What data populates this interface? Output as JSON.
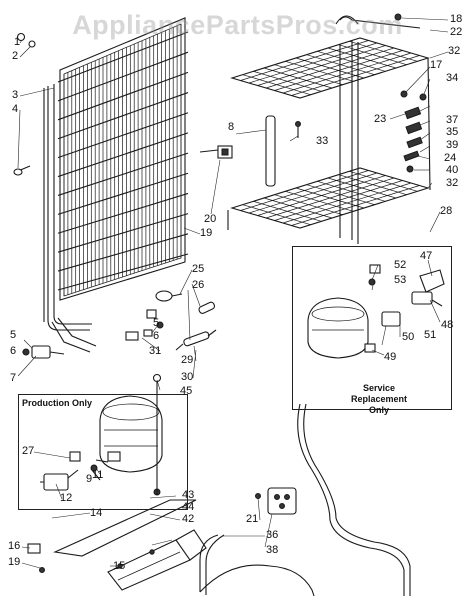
{
  "watermark": "AppliancePartsPros.com",
  "captions": {
    "production_only": "Production Only",
    "service_replacement": "Service Replacement Only"
  },
  "parts": {
    "p1": "1",
    "p2": "2",
    "p3": "3",
    "p4": "4",
    "p5a": "5",
    "p5b": "5",
    "p6a": "6",
    "p6b": "6",
    "p7": "7",
    "p8": "8",
    "p9": "9",
    "p11": "11",
    "p12": "12",
    "p14": "14",
    "p15": "15",
    "p16": "16",
    "p17": "17",
    "p18": "18",
    "p19a": "19",
    "p19b": "19",
    "p20": "20",
    "p21": "21",
    "p22": "22",
    "p23": "23",
    "p24": "24",
    "p25": "25",
    "p26": "26",
    "p27": "27",
    "p28": "28",
    "p29": "29",
    "p30": "30",
    "p31": "31",
    "p32a": "32",
    "p32b": "32",
    "p33": "33",
    "p34": "34",
    "p35": "35",
    "p36": "36",
    "p37": "37",
    "p38": "38",
    "p39": "39",
    "p40": "40",
    "p42": "42",
    "p43": "43",
    "p44": "44",
    "p45": "45",
    "p47": "47",
    "p48": "48",
    "p49": "49",
    "p50": "50",
    "p51": "51",
    "p52": "52",
    "p53": "53"
  }
}
